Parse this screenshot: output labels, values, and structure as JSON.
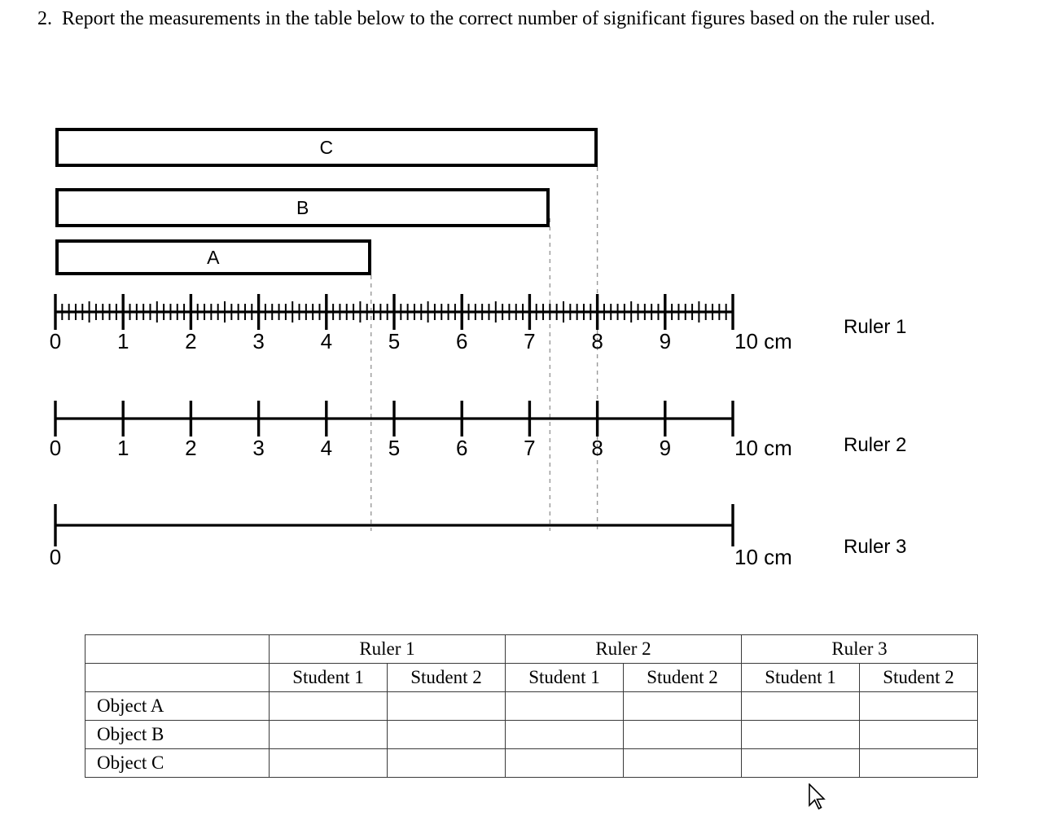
{
  "prompt": {
    "number": "2.",
    "text": "Report the measurements in the table below to the correct number of significant figures based on the ruler used."
  },
  "objects": [
    {
      "label": "C",
      "length_cm": 8.0
    },
    {
      "label": "B",
      "length_cm": 7.3
    },
    {
      "label": "A",
      "length_cm": 4.66
    }
  ],
  "rulers": [
    {
      "name": "Ruler 1",
      "unit_label": "10 cm",
      "min": 0,
      "max": 10,
      "major_ticks": [
        0,
        1,
        2,
        3,
        4,
        5,
        6,
        7,
        8,
        9,
        10
      ],
      "tick_labels": [
        "0",
        "1",
        "2",
        "3",
        "4",
        "5",
        "6",
        "7",
        "8",
        "9",
        "10 cm"
      ],
      "minor_divisions_per_cm": 10,
      "precision": "0.1 cm"
    },
    {
      "name": "Ruler 2",
      "unit_label": "10 cm",
      "min": 0,
      "max": 10,
      "major_ticks": [
        0,
        1,
        2,
        3,
        4,
        5,
        6,
        7,
        8,
        9,
        10
      ],
      "tick_labels": [
        "0",
        "1",
        "2",
        "3",
        "4",
        "5",
        "6",
        "7",
        "8",
        "9",
        "10 cm"
      ],
      "minor_divisions_per_cm": 1,
      "precision": "1 cm"
    },
    {
      "name": "Ruler 3",
      "unit_label": "10 cm",
      "min": 0,
      "max": 10,
      "major_ticks": [
        0,
        10
      ],
      "tick_labels": [
        "0",
        "10 cm"
      ],
      "minor_divisions_per_cm": 0,
      "precision": "10 cm"
    }
  ],
  "guide_lines_cm": [
    4.66,
    7.3,
    8.0
  ],
  "table": {
    "corner_label": "",
    "ruler_groups": [
      "Ruler 1",
      "Ruler 2",
      "Ruler 3"
    ],
    "student_headers": [
      "Student 1",
      "Student 2",
      "Student 1",
      "Student 2",
      "Student 1",
      "Student 2"
    ],
    "rows": [
      {
        "label": "Object A",
        "cells": [
          "",
          "",
          "",
          "",
          "",
          ""
        ]
      },
      {
        "label": "Object B",
        "cells": [
          "",
          "",
          "",
          "",
          "",
          ""
        ]
      },
      {
        "label": "Object C",
        "cells": [
          "",
          "",
          "",
          "",
          "",
          ""
        ]
      }
    ]
  },
  "colors": {
    "ink": "#000000",
    "background": "#ffffff",
    "guide": "#999999",
    "table_border": "#3a3a3a"
  },
  "cursor": {
    "shape": "arrow-pointer"
  }
}
